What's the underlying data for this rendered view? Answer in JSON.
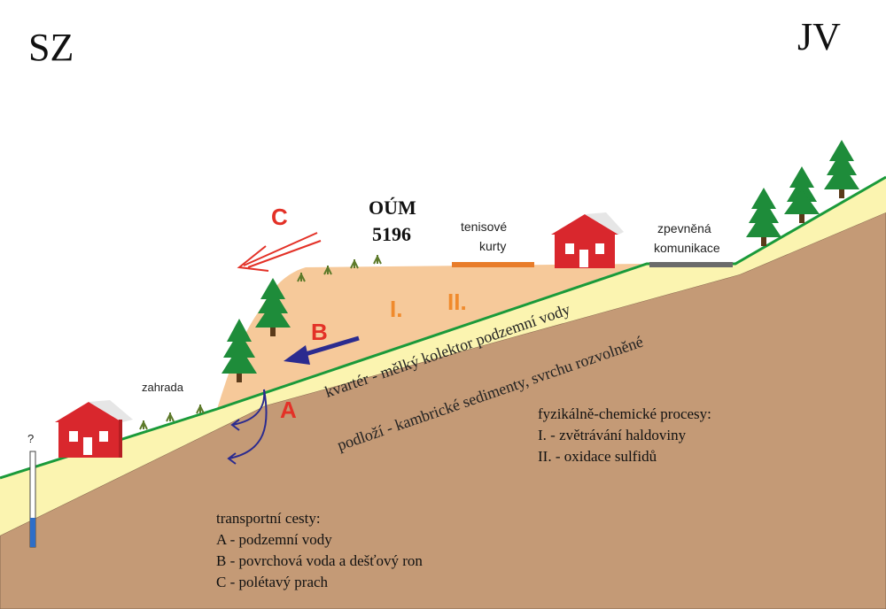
{
  "orientation": {
    "left": "SZ",
    "right": "JV"
  },
  "heap": {
    "label_line1": "OÚM",
    "label_line2": "5196",
    "fill_color": "#f6c99a"
  },
  "tennis": {
    "line1": "tenisové",
    "line2": "kurty",
    "color": "#e87c2a"
  },
  "road": {
    "line1": "zpevněná",
    "line2": "komunikace",
    "color": "#6b6b6b"
  },
  "garden": {
    "label": "zahrada"
  },
  "process_markers": {
    "i": "I.",
    "ii": "II.",
    "color": "#f08a2c"
  },
  "paths": {
    "a": "A",
    "b": "B",
    "c": "C",
    "label_color": "#e33127",
    "arrow_b_color": "#2b2b8f",
    "arrow_c_color": "#e33127"
  },
  "layers": {
    "quaternary": "kvartér - mělký kolektor podzemní vody",
    "bedrock": "podloží - kambrické sedimenty, svrchu rozvolněné",
    "quaternary_color": "#fbf4b0",
    "bedrock_color": "#c49a76",
    "surface_line_color": "#1a9a3a"
  },
  "well": {
    "label": "?",
    "water_color": "#2f6ec7"
  },
  "legend_transport": {
    "title": "transportní cesty:",
    "items": [
      "A - podzemní vody",
      "B - povrchová voda a dešťový ron",
      "C - polétavý prach"
    ]
  },
  "legend_processes": {
    "title": "fyzikálně-chemické procesy:",
    "items": [
      "I. - zvětrávání haldoviny",
      "II. - oxidace sulfidů"
    ]
  },
  "icons": [
    "house-icon",
    "tree-icon",
    "grass-icon",
    "well-icon"
  ]
}
